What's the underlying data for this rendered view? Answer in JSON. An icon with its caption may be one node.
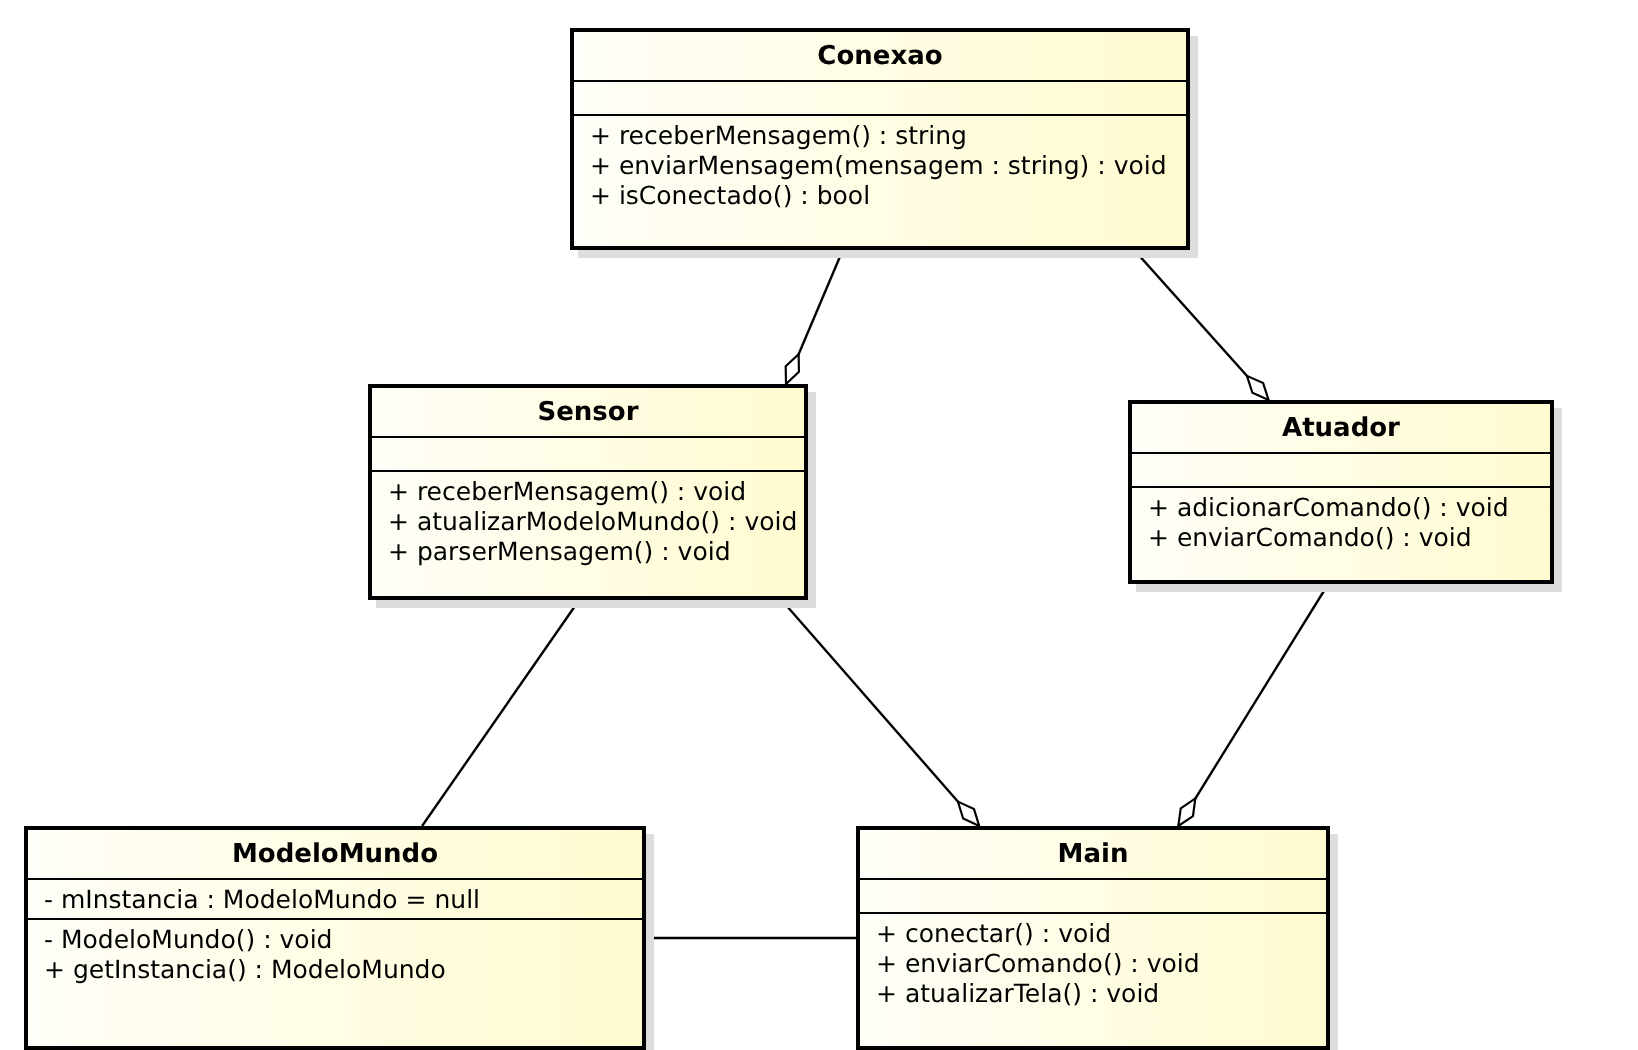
{
  "diagram": {
    "nodes": [
      {
        "text": [
          "Conexao",
          "+ receberMensagem() : string",
          "+ enviarMensagem(mensagem : string) : void",
          "+ isConectado() : bool"
        ]
      },
      {
        "text": [
          "Sensor",
          "+ receberMensagem() : void",
          "+ atualizarModeloMundo() : void",
          "+ parserMensagem() : void"
        ]
      },
      {
        "text": [
          "Atuador",
          "+ adicionarComando() : void",
          "+ enviarComando() : void"
        ]
      },
      {
        "text": [
          "ModeloMundo",
          "- mInstancia : ModeloMundo = null",
          "- ModeloMundo() : void",
          "+ getInstancia() : ModeloMundo"
        ]
      },
      {
        "text": [
          "Main",
          "+ conectar() : void",
          "+ enviarComando() : void",
          "+ atualizarTela() : void"
        ]
      }
    ],
    "edges": [
      {
        "from": 0,
        "to": 1,
        "arrow": "other"
      },
      {
        "from": 0,
        "to": 2,
        "arrow": "other"
      },
      {
        "from": 1,
        "to": 3,
        "arrow": "none"
      },
      {
        "from": 1,
        "to": 4,
        "arrow": "other"
      },
      {
        "from": 2,
        "to": 4,
        "arrow": "other"
      },
      {
        "from": 3,
        "to": 4,
        "arrow": "none"
      }
    ]
  }
}
